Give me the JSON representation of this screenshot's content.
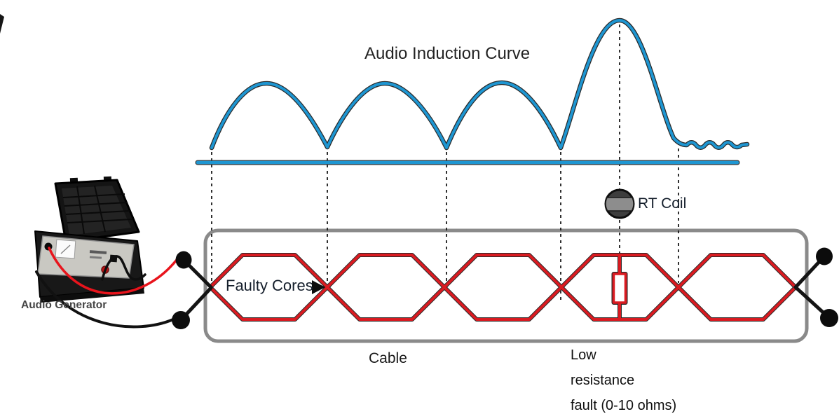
{
  "diagram": {
    "title": "Audio Induction Curve",
    "labels": {
      "generator": "Audio Generator",
      "faulty_cores": "Faulty Cores",
      "rt_coil": "RT Coil",
      "cable": "Cable",
      "fault_line1": "Low",
      "fault_line2": "resistance",
      "fault_line3": "fault (0-10 ohms)"
    },
    "icons": {
      "rt_coil": "rt-coil-icon",
      "sine_wave": "sine-wave-icon",
      "resistor_fault": "resistor-fault-icon",
      "generator_case": "audio-generator-case-icon",
      "test_leads": "test-lead-terminal-icon"
    },
    "colors": {
      "curve_blue": "#1e96d2",
      "cable_red": "#da1b21",
      "box_gray": "#8a8a8a",
      "dashed_line": "#1a1a1a",
      "coil_body": "#3d3d3d",
      "coil_band": "#8d8d8d"
    }
  }
}
